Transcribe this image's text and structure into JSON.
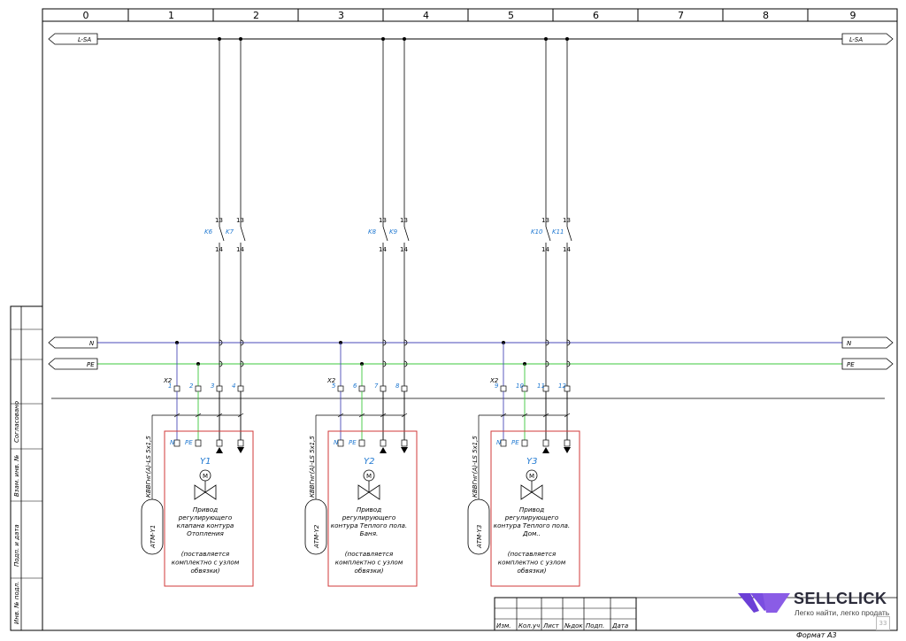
{
  "columns": [
    "0",
    "1",
    "2",
    "3",
    "4",
    "5",
    "6",
    "7",
    "8",
    "9"
  ],
  "buses": {
    "lsa": "L-SA",
    "n": "N",
    "pe": "PE"
  },
  "colors": {
    "n_wire": "#4a4ab8",
    "pe_wire": "#3cc83c",
    "device_frame": "#d23a3a",
    "label_blue": "#1f78d1"
  },
  "terminal_block": "X2",
  "terminal_numbers": [
    "1",
    "2",
    "3",
    "4",
    "5",
    "6",
    "7",
    "8",
    "9",
    "10",
    "11",
    "12"
  ],
  "contacts": [
    "K6",
    "K7",
    "K8",
    "K9",
    "K10",
    "K11"
  ],
  "cable_spec": "КВВГнг(А)-LS 5х1,5",
  "devices": [
    {
      "id": "Y1",
      "cable_tag": "АТМ-Y1",
      "pins": [
        "N",
        "PE"
      ],
      "desc": [
        "Привод",
        "регулирующего",
        "клапана контура",
        "Отопления"
      ],
      "note": [
        "(поставляется",
        "комплектно с узлом",
        "обвязки)"
      ]
    },
    {
      "id": "Y2",
      "cable_tag": "АТМ-Y2",
      "pins": [
        "N",
        "PE"
      ],
      "desc": [
        "Привод",
        "регулирующего",
        "контура Теплого пола.",
        "Баня."
      ],
      "note": [
        "(поставляется",
        "комплектно с узлом",
        "обвязки)"
      ]
    },
    {
      "id": "Y3",
      "cable_tag": "АТМ-Y3",
      "pins": [
        "N",
        "PE"
      ],
      "desc": [
        "Привод",
        "регулирующего",
        "контура Теплого пола.",
        "Дом.."
      ],
      "note": [
        "(поставляется",
        "комплектно с узлом",
        "обвязки)"
      ]
    }
  ],
  "side_stamp": [
    "Согласовано",
    "Взам. инв. №",
    "Подп. и дата",
    "Инв. № подл."
  ],
  "title_block": [
    "Изм.",
    "Кол.уч",
    "Лист",
    "№док",
    "Подп.",
    "Дата"
  ],
  "format": "Формат А3",
  "logo": {
    "name": "SELLCLICK",
    "tagline": "Легко найти, легко продать",
    "color": "#6b3fd6"
  },
  "page_mark": "33"
}
